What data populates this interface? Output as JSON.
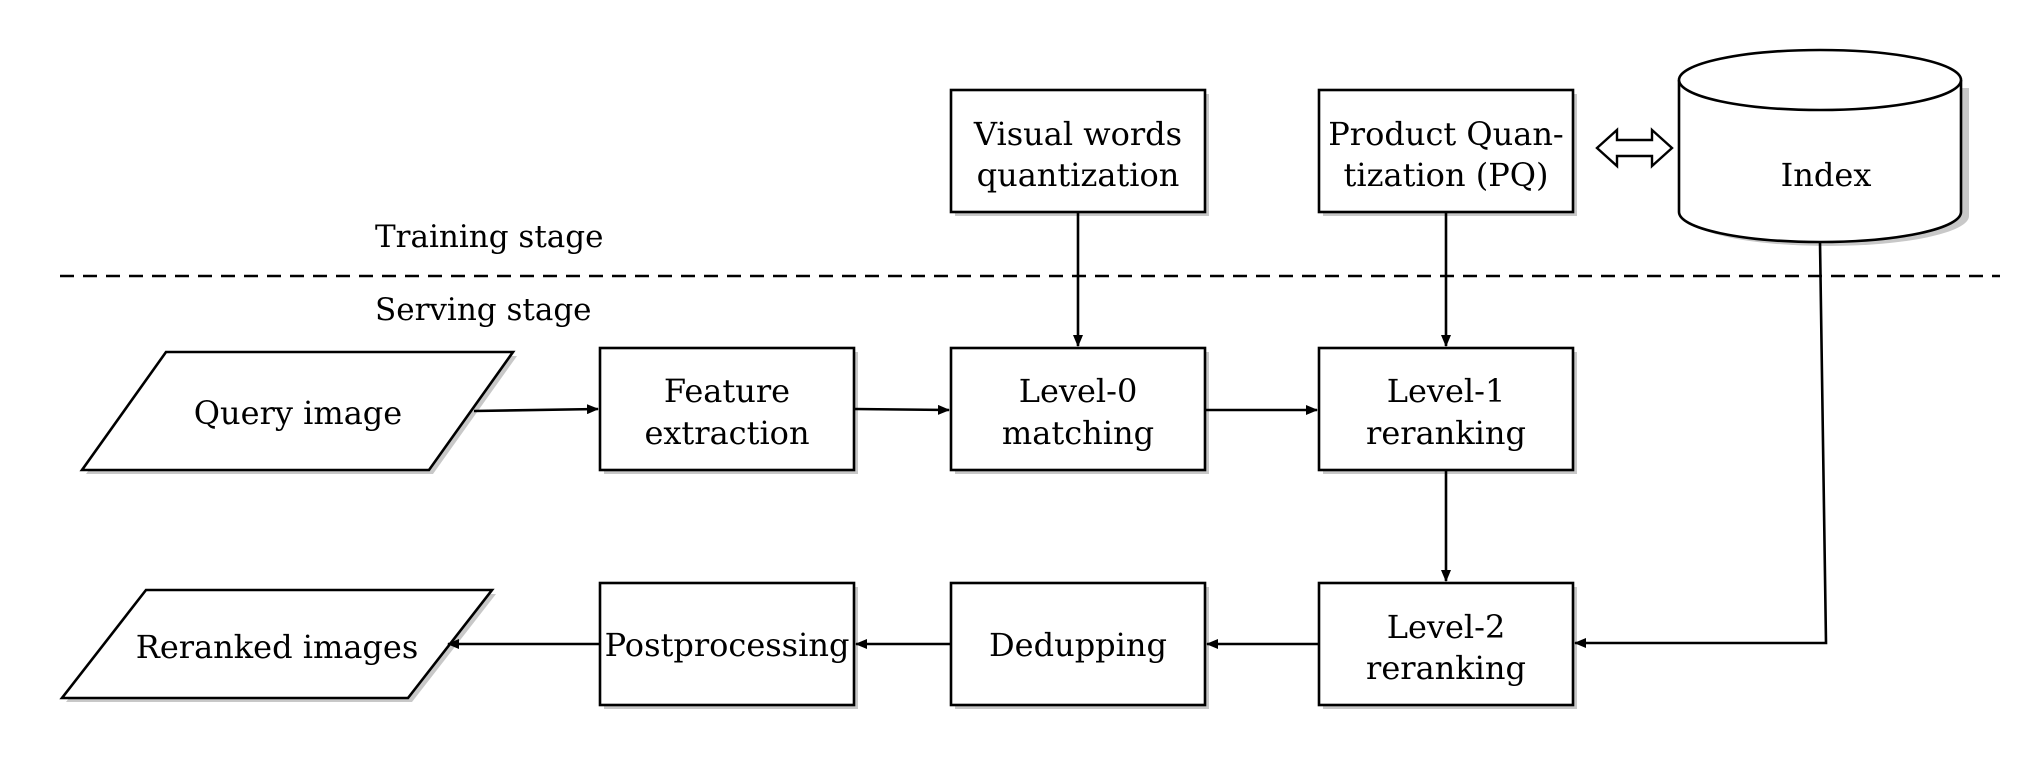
{
  "stages": {
    "training": "Training stage",
    "serving": "Serving stage"
  },
  "nodes": {
    "visual_words": {
      "line1": "Visual words",
      "line2": "quantization"
    },
    "pq": {
      "line1": "Product Quan-",
      "line2": "tization (PQ)"
    },
    "index": {
      "label": "Index"
    },
    "query": {
      "label": "Query image"
    },
    "feature": {
      "line1": "Feature",
      "line2": "extraction"
    },
    "level0": {
      "line1": "Level-0",
      "line2": "matching"
    },
    "level1": {
      "line1": "Level-1",
      "line2": "reranking"
    },
    "level2": {
      "line1": "Level-2",
      "line2": "reranking"
    },
    "dedup": {
      "label": "Dedupping"
    },
    "post": {
      "label": "Postprocessing"
    },
    "reranked": {
      "label": "Reranked images"
    }
  },
  "edges": [
    {
      "from": "query",
      "to": "feature"
    },
    {
      "from": "feature",
      "to": "level0"
    },
    {
      "from": "level0",
      "to": "level1"
    },
    {
      "from": "visual_words",
      "to": "level0"
    },
    {
      "from": "pq",
      "to": "level1"
    },
    {
      "from": "level1",
      "to": "level2"
    },
    {
      "from": "index",
      "to": "level2"
    },
    {
      "from": "level2",
      "to": "dedup"
    },
    {
      "from": "dedup",
      "to": "post"
    },
    {
      "from": "post",
      "to": "reranked"
    },
    {
      "from": "pq",
      "to": "index",
      "style": "double-arrow"
    }
  ]
}
